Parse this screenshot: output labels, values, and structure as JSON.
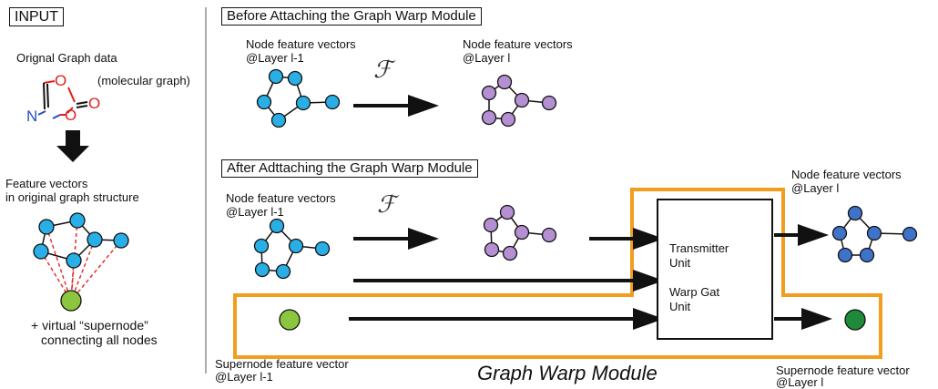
{
  "left": {
    "input_title": "INPUT",
    "original_graph_label": "Orignal Graph data",
    "molecular_label": "(molecular graph)",
    "atom_o": "O",
    "atom_n": "N",
    "feature_vectors_line1": "Feature vectors",
    "feature_vectors_line2": "in original graph structure",
    "supernode_line1": "+ virtual  “supernode”",
    "supernode_line2": "connecting all nodes"
  },
  "before": {
    "title": "Before Attaching the Graph Warp Module",
    "input_label_line1": "Node feature vectors",
    "input_label_line2": "@Layer l-1",
    "output_label_line1": "Node feature vectors",
    "output_label_line2": "@Layer l",
    "transform_symbol": "ℱ"
  },
  "after": {
    "title": "After Adttaching the Graph Warp Module",
    "input_label_line1": "Node feature vectors",
    "input_label_line2": "@Layer l-1",
    "transform_symbol": "ℱ",
    "output_label_line1": "Node feature vectors",
    "output_label_line2": "@Layer l",
    "transmitter_line1": "Transmitter",
    "transmitter_line2": "Unit",
    "warp_gate_line1": "Warp Gat",
    "warp_gate_line2": "Unit",
    "supernode_in_line1": "Supernode feature vector",
    "supernode_in_line2": "@Layer l-1",
    "module_label": "Graph Warp Module",
    "supernode_out_line1": "Supernode feature vector",
    "supernode_out_line2": "@Layer l"
  },
  "colors": {
    "node_blue_light": "#29aee6",
    "node_purple": "#b48fd2",
    "node_blue_dark": "#3f73c9",
    "supernode_in": "#8cc63f",
    "supernode_out": "#1e8a3a",
    "module_border": "#f29d1d",
    "edge_dashed": "#e53030",
    "atom_o": "#e02020",
    "atom_n": "#2a4bc8"
  }
}
